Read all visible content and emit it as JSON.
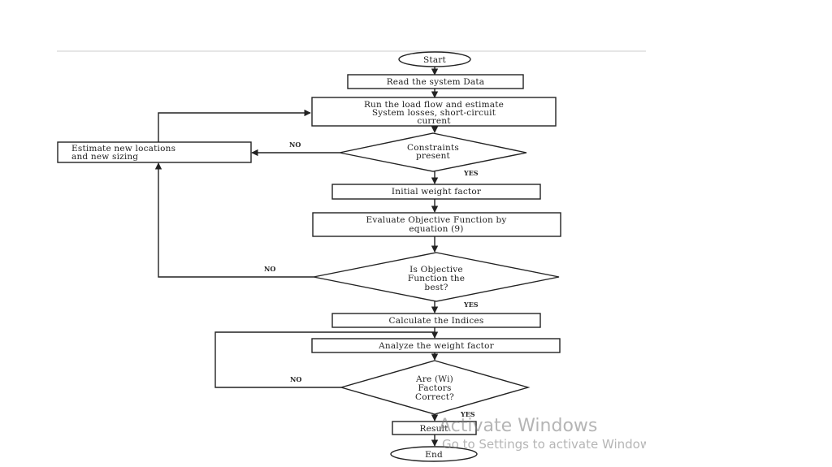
{
  "flowchart": {
    "start": "Start",
    "read_data": "Read the system Data",
    "run_load_flow": [
      "Run the load flow and estimate",
      "System losses, short-circuit",
      "current"
    ],
    "estimate_new": [
      "Estimate new locations",
      "and new sizing"
    ],
    "constraints": [
      "Constraints",
      "present"
    ],
    "initial_weight": "Initial weight factor",
    "evaluate_objective": [
      "Evaluate Objective Function by",
      "equation (9)"
    ],
    "is_objective_best": [
      "Is Objective",
      "Function the",
      "best?"
    ],
    "calculate_indices": "Calculate the Indices",
    "analyze_weight": "Analyze the weight factor",
    "are_factors_correct": [
      "Are (Wi)",
      "Factors",
      "Correct?"
    ],
    "result": "Result",
    "end": "End",
    "labels": {
      "no": "NO",
      "yes": "YES"
    }
  },
  "watermark": {
    "line1": "Activate Windows",
    "line2": "Go to Settings to activate Windows."
  }
}
